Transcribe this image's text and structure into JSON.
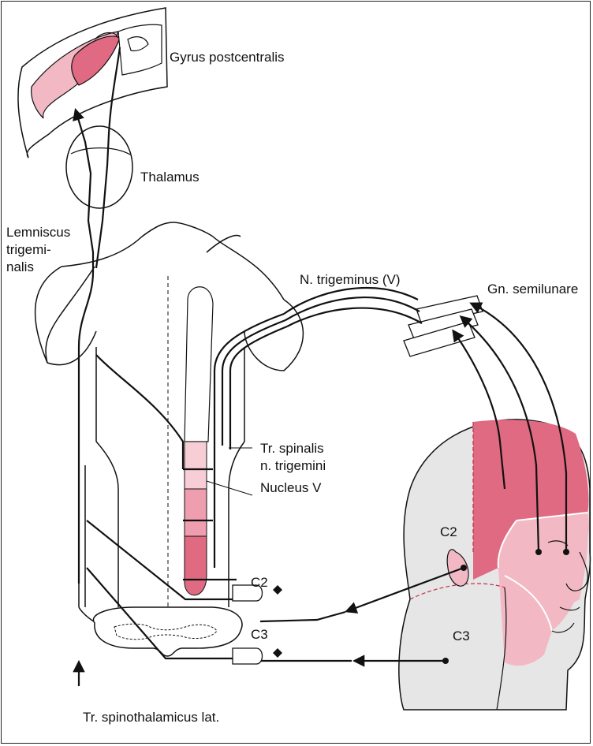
{
  "labels": {
    "gyrus": "Gyrus postcentralis",
    "thalamus": "Thalamus",
    "lemniscus_1": "Lemniscus",
    "lemniscus_2": "trigemi-",
    "lemniscus_3": "nalis",
    "trigeminus": "N. trigeminus (V)",
    "semilunare": "Gn. semilunare",
    "tr_spinalis_1": "Tr. spinalis",
    "tr_spinalis_2": "n. trigemini",
    "nucleus": "Nucleus V",
    "c2_root": "C2",
    "c3_root": "C3",
    "c2_head": "C2",
    "c3_head": "C3",
    "spinothalamicus": "Tr. spinothalamicus lat."
  },
  "colors": {
    "stroke": "#111111",
    "head_gray": "#e6e6e6",
    "pink_dark": "#e06a82",
    "pink_mid": "#ee9eae",
    "pink_light": "#f7cdd6",
    "dashed_red": "#c0304a"
  }
}
